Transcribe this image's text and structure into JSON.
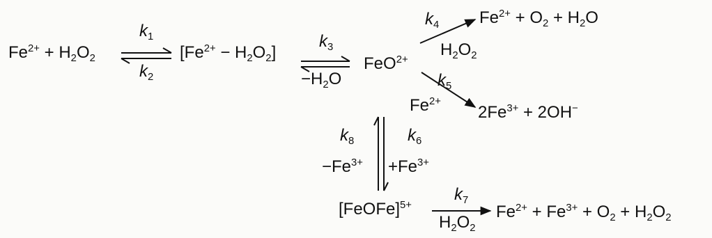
{
  "reaction_scheme": {
    "reactants": "Fe<sup>2+</sup> + H<sub>2</sub>O<sub>2</sub>",
    "complex": "[Fe<sup>2+</sup> − H<sub>2</sub>O<sub>2</sub>]",
    "ferryl": "FeO<sup>2+</sup>",
    "dimer": "[FeOFe]<sup>5+</sup>",
    "k1": "k<sub>1</sub>",
    "k2": "k<sub>2</sub>",
    "k3": "k<sub>3</sub>",
    "k3_condition": "−H<sub>2</sub>O",
    "k4": "k<sub>4</sub>",
    "k4_reagent": "H<sub>2</sub>O<sub>2</sub>",
    "k4_products": "Fe<sup>2+</sup> + O<sub>2</sub> + H<sub>2</sub>O",
    "k5": "k<sub>5</sub>",
    "k5_reagent": "Fe<sup>2+</sup>",
    "k5_products": "2Fe<sup>3+</sup> + 2OH<sup>−</sup>",
    "k6": "k<sub>6</sub>",
    "k6_reagent": "+Fe<sup>3+</sup>",
    "k8": "k<sub>8</sub>",
    "k8_reagent": "−Fe<sup>3+</sup>",
    "k7": "k<sub>7</sub>",
    "k7_reagent": "H<sub>2</sub>O<sub>2</sub>",
    "k7_products": "Fe<sup>2+</sup> + Fe<sup>3+</sup> + O<sub>2</sub> + H<sub>2</sub>O<sub>2</sub>"
  }
}
